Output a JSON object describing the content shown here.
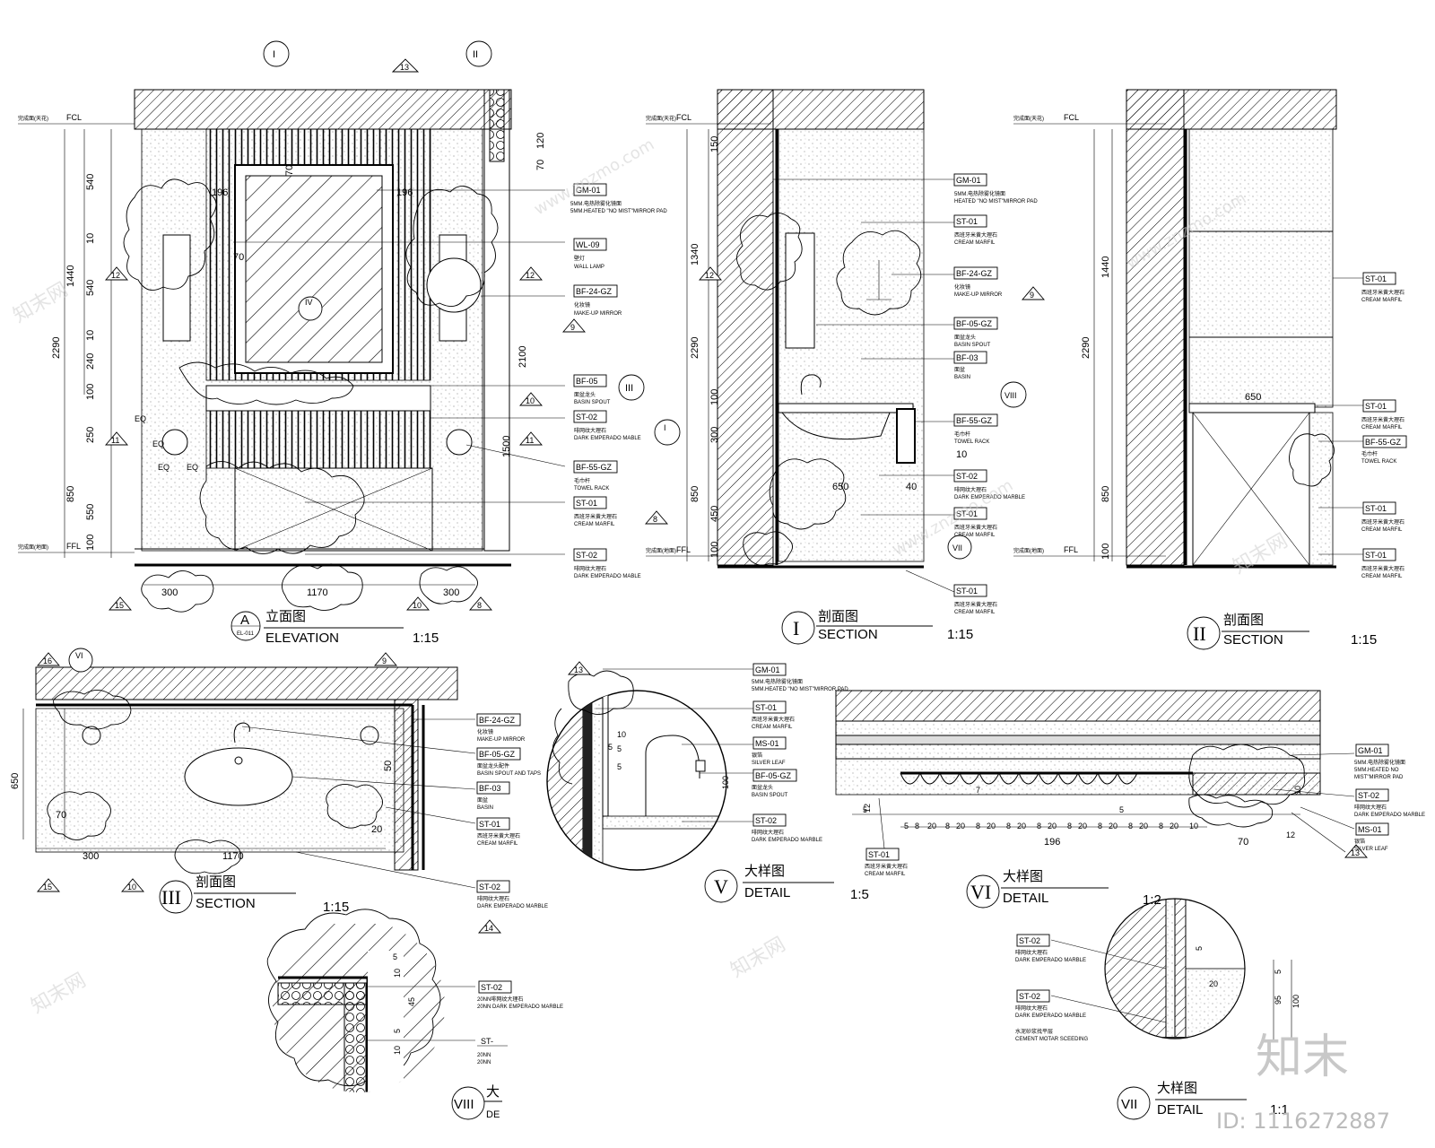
{
  "tags": {
    "GM01": "GM-01",
    "GM01_desc": "5MM.HEATED \"NO MIST\"MIRROR PAD",
    "WL09": "WL-09",
    "WL09_desc": "WALL LAMP",
    "BF24": "BF-24-GZ",
    "BF24_desc": "MAKE-UP MIRROR",
    "BF05": "BF-05",
    "BF05_desc": "BASIN SPOUT",
    "BF05GZ": "BF-05-GZ",
    "BF05GZ_desc": "BASIN SPOUT",
    "BF05GZ_desc2": "BASIN SPOUT AND TAPS",
    "BF03": "BF-03",
    "BF03_desc": "BASIN",
    "ST02": "ST-02",
    "ST02_desc": "DARK EMPERADO MABLE",
    "ST02_desc2": "DARK EMPERADO MARBLE",
    "BF55": "BF-55-GZ",
    "BF55_desc": "TOWEL RACK",
    "ST01": "ST-01",
    "ST01_desc": "CREAM MARFIL",
    "MS01": "MS-01",
    "MS01_desc": "SILVER LEAF",
    "ST02_20": "20NN DARK EMPERADO MARBLE",
    "cement": "CEMENT MOTAR SCEEDING",
    "st_partial": "ST-",
    "nn_partial": "20NN"
  },
  "levels": {
    "fcl": "FCL",
    "ffl": "FFL"
  },
  "views": {
    "A": {
      "marker": "A",
      "ref": "EL-011",
      "cn": "立面图",
      "en": "ELEVATION",
      "scale": "1:15"
    },
    "I": {
      "marker": "I",
      "cn": "剖面图",
      "en": "SECTION",
      "scale": "1:15"
    },
    "II": {
      "marker": "II",
      "cn": "剖面图",
      "en": "SECTION",
      "scale": "1:15"
    },
    "III": {
      "marker": "III",
      "cn": "剖面图",
      "en": "SECTION",
      "scale": "1:15"
    },
    "V": {
      "marker": "V",
      "cn": "大样图",
      "en": "DETAIL",
      "scale": "1:5"
    },
    "VI": {
      "marker": "VI",
      "cn": "大样图",
      "en": "DETAIL",
      "scale": "1:2"
    },
    "VII": {
      "marker": "VII",
      "cn": "大样图",
      "en": "DETAIL",
      "scale": "1:1"
    },
    "VIII": {
      "marker": "VIII",
      "cn": "大",
      "en": "DE"
    }
  },
  "dims": {
    "elev_v": [
      "540",
      "10",
      "540",
      "10",
      "240",
      "100",
      "250",
      "850",
      "550",
      "100",
      "2290",
      "1440"
    ],
    "elev_h": [
      "300",
      "1170",
      "300"
    ],
    "elev_misc": [
      "196",
      "196",
      "70",
      "70",
      "120",
      "70",
      "2100",
      "1500",
      "EQ",
      "EQ",
      "EQ",
      "EQ"
    ],
    "sec1_v": [
      "150",
      "1340",
      "2290",
      "100",
      "300",
      "850",
      "450",
      "100"
    ],
    "sec1_misc": [
      "650",
      "40",
      "10"
    ],
    "sec2_v": [
      "1440",
      "2290",
      "850",
      "100"
    ],
    "sec2_misc": [
      "650"
    ],
    "sec3": [
      "650",
      "70",
      "300",
      "1170",
      "50",
      "20"
    ],
    "detV": [
      "10",
      "5",
      "5",
      "100",
      "5"
    ],
    "detVI": [
      "5",
      "8",
      "20",
      "8",
      "20",
      "8",
      "20",
      "8",
      "20",
      "8",
      "20",
      "8",
      "20",
      "8",
      "20",
      "8",
      "20",
      "8",
      "20",
      "10",
      "196",
      "70",
      "12",
      "12",
      "7",
      "10",
      "5",
      "5"
    ],
    "detVIII": [
      "5",
      "10",
      "45",
      "5",
      "10"
    ],
    "detVII": [
      "5",
      "20",
      "95",
      "100",
      "5"
    ]
  },
  "callouts": [
    "I",
    "II",
    "III",
    "IV",
    "V",
    "VI",
    "VII",
    "VIII",
    "8",
    "9",
    "10",
    "11",
    "12",
    "13",
    "14",
    "15",
    "16"
  ],
  "watermark": {
    "brand": "知末",
    "id": "ID: 1116272887",
    "site": "www.znzmo.com",
    "cn": "知末网"
  }
}
